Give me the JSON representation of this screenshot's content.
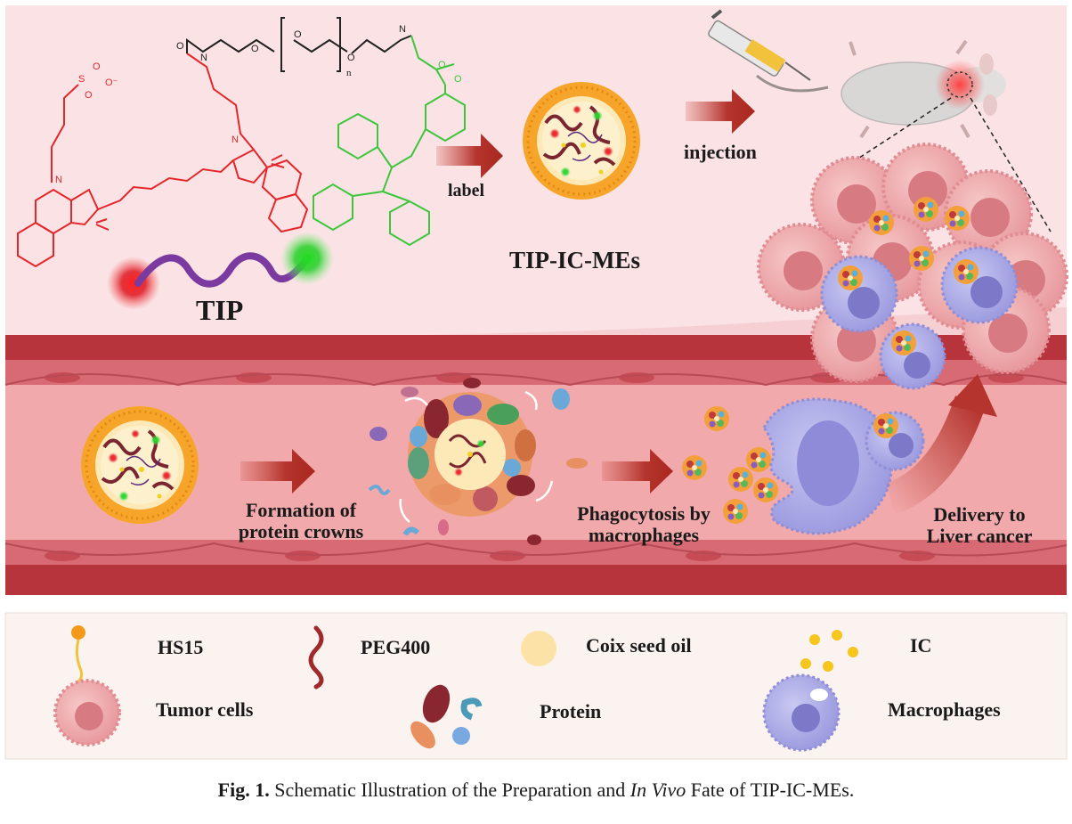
{
  "labels": {
    "label_arrow": "label",
    "injection": "injection",
    "micelle_name": "TIP-IC-MEs",
    "tip_name": "TIP",
    "n_subscript": "n",
    "formation_line1": "Formation of",
    "formation_line2": "protein crowns",
    "phago_line1": "Phagocytosis by",
    "phago_line2": "macrophages",
    "delivery_line1": "Delivery to",
    "delivery_line2": "Liver cancer"
  },
  "legend": {
    "hs15": "HS15",
    "peg400": "PEG400",
    "coix": "Coix seed oil",
    "ic": "IC",
    "tumor": "Tumor cells",
    "protein": "Protein",
    "macrophages": "Macrophages"
  },
  "caption": {
    "fig": "Fig. 1.",
    "pre": "Schematic Illustration of the Preparation and",
    "italic": "In Vivo",
    "post": "Fate of TIP-IC-MEs."
  },
  "colors": {
    "top_bg": "#fbe3e5",
    "vessel_wall": "#b7343c",
    "vessel_lumen": "#f0a8a8",
    "legend_bg": "#fbf3ef",
    "arrow": "#b5352e",
    "red_dye": "#e4262a",
    "green_dye": "#3cc63c",
    "micelle_orange": "#f6a31b",
    "macrophage": "#a9a9e6"
  }
}
